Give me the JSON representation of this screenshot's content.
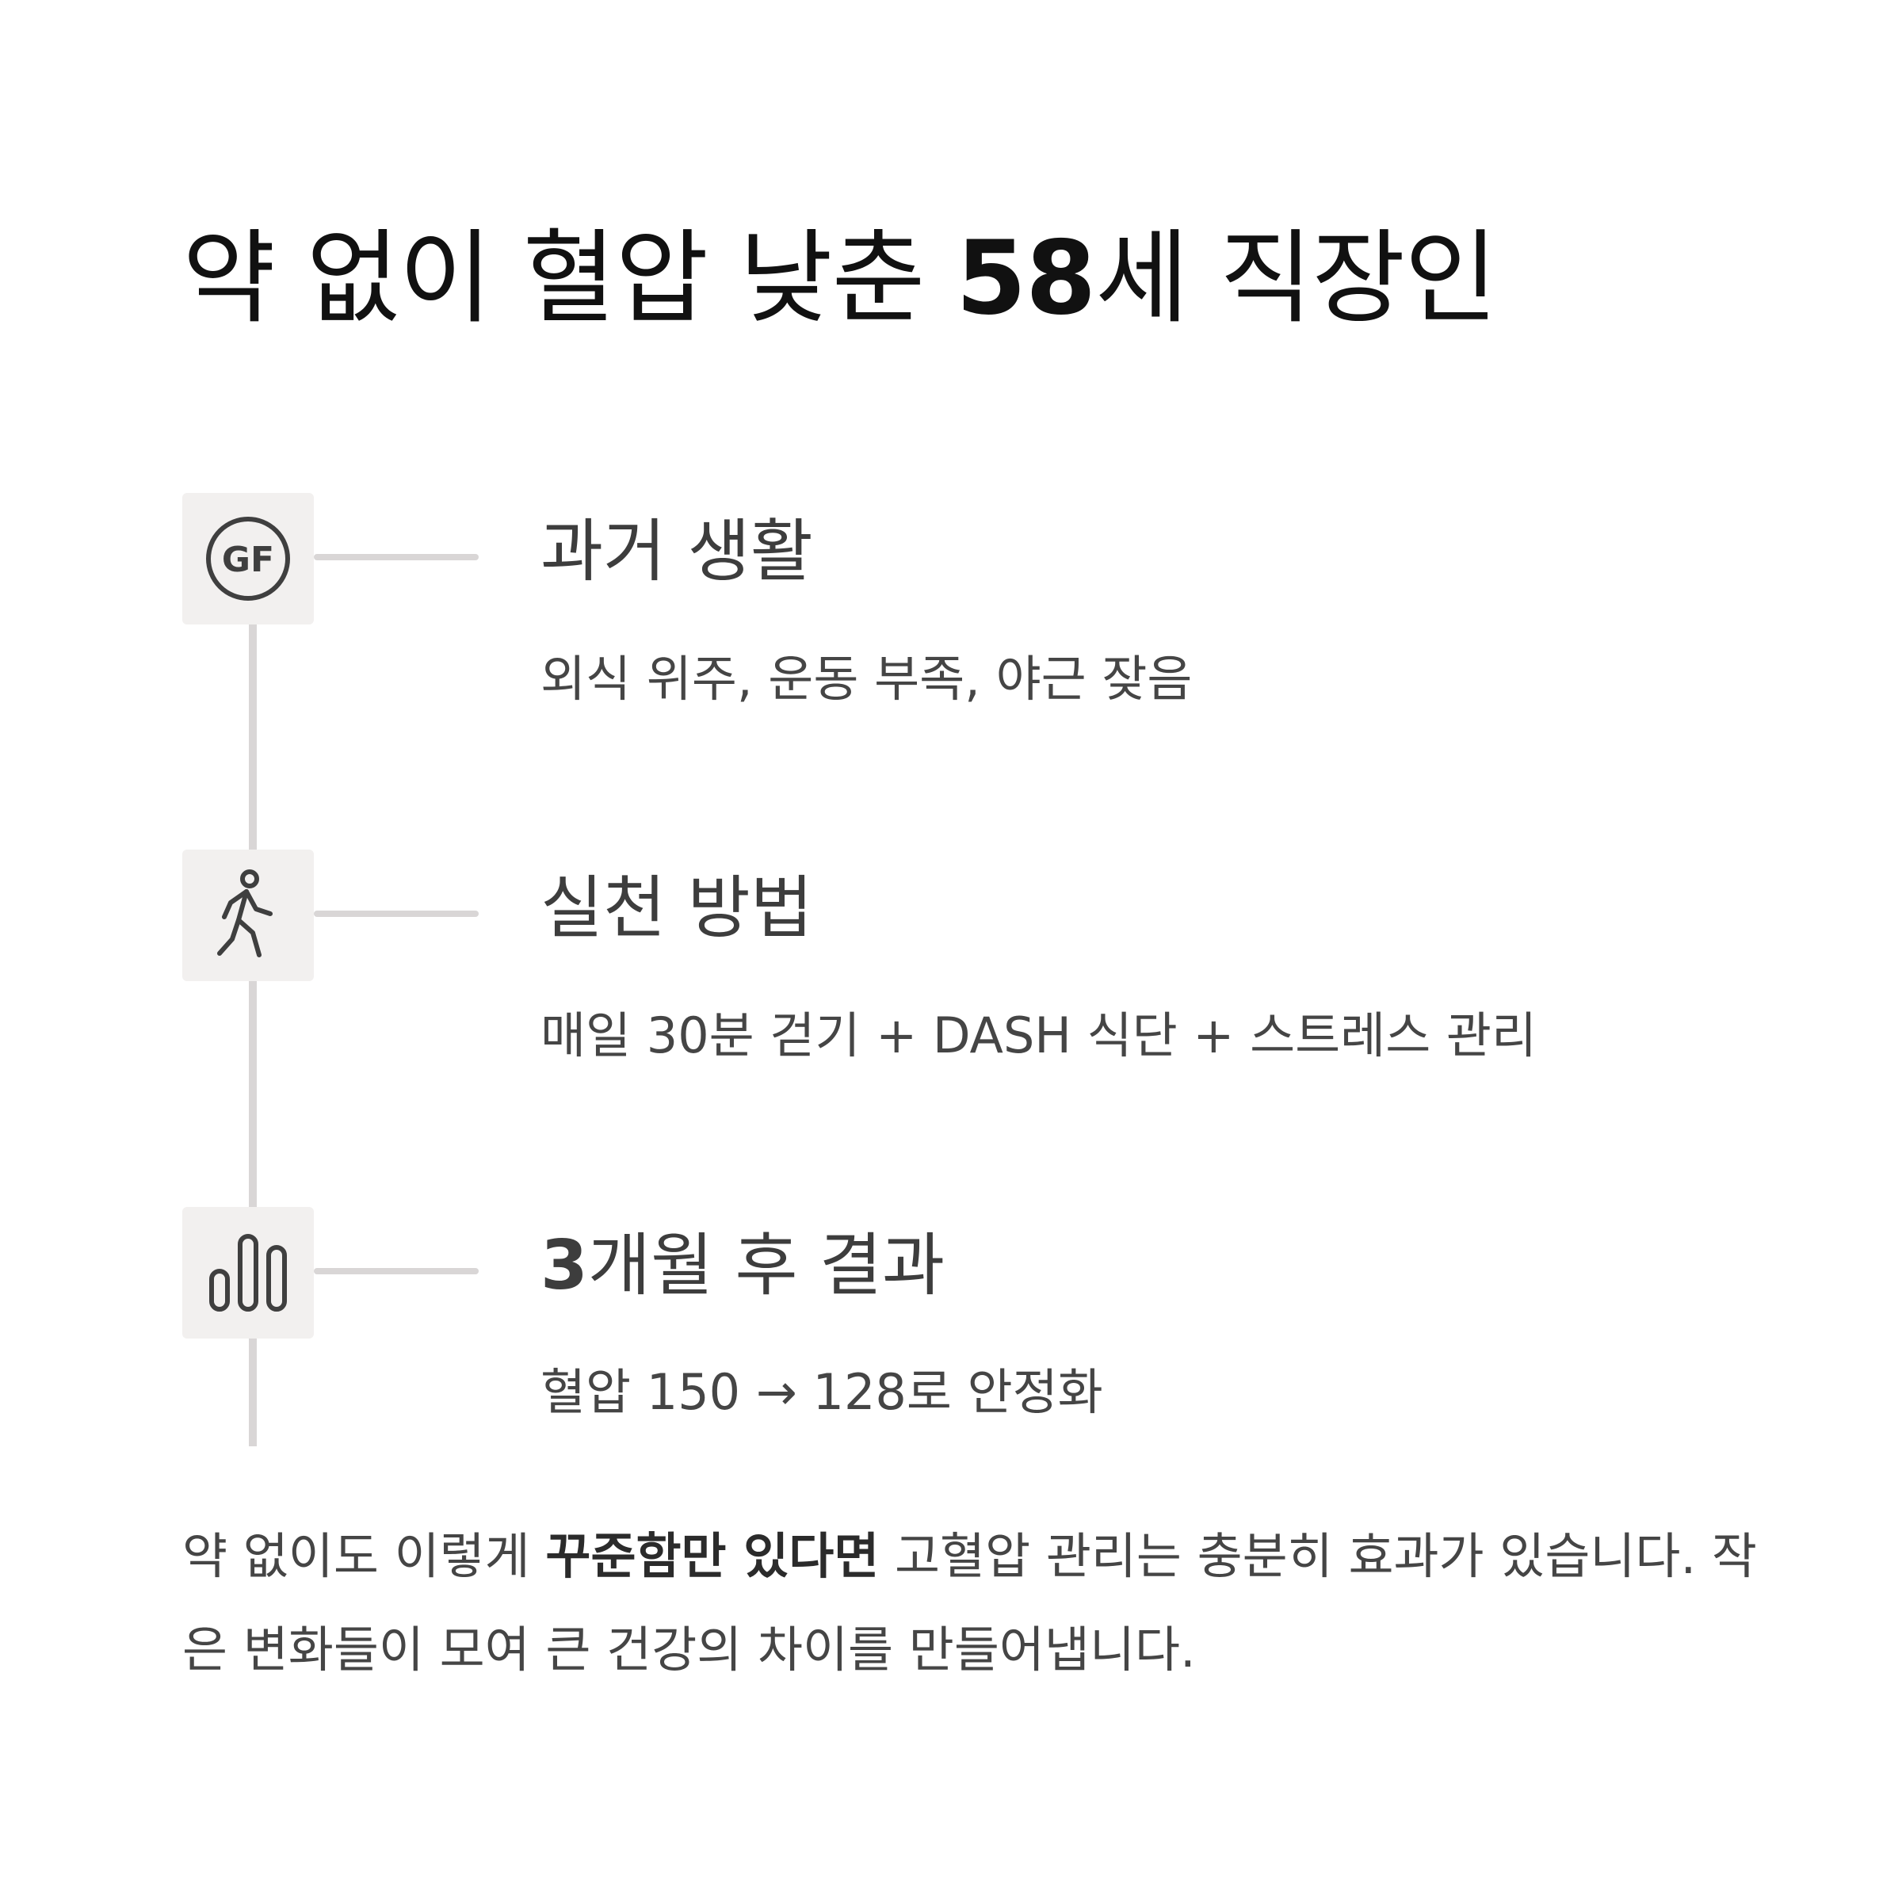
{
  "title": {
    "prefix": "약 없이 혈압 낮춘 ",
    "age": "58",
    "suffix": "세 직장인"
  },
  "steps": [
    {
      "icon": "gluten-free-icon",
      "icon_text": "GF",
      "title": "과거 생활",
      "description": "외식 위주, 운동 부족, 야근 잦음"
    },
    {
      "icon": "walking-person-icon",
      "title": "실천 방법",
      "description": "매일 30분 걷기 + DASH 식단 + 스트레스 관리"
    },
    {
      "icon": "bar-chart-icon",
      "title_number": "3",
      "title": "개월 후 결과",
      "description": "혈압 150 → 128로 안정화"
    }
  ],
  "summary": {
    "before": "약 없이도 이렇게 ",
    "emphasis": "꾸준함만 있다면",
    "after": " 고혈압 관리는 충분히 효과가 있습니다. 작은 변화들이 모여 큰 건강의 차이를 만들어냅니다."
  },
  "colors": {
    "icon_background": "#f2f0ef",
    "timeline_line": "#d9d6d6",
    "title_text": "#111111",
    "body_text": "#454545"
  }
}
